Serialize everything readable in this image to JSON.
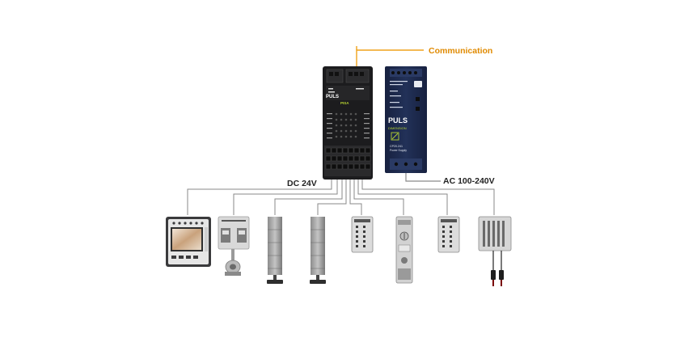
{
  "labels": {
    "communication": "Communication",
    "dc": "DC 24V",
    "ac": "AC 100-240V"
  },
  "controller": {
    "brand": "PULS",
    "model": "PISA"
  },
  "power_supply": {
    "brand": "PULS",
    "series": "DIMENSION",
    "model": "CP20.241",
    "caption": "Power Supply"
  },
  "devices": [
    {
      "kind": "hmi-display",
      "name": "hmi-panel"
    },
    {
      "kind": "sensor-module",
      "name": "sensor-module"
    },
    {
      "kind": "signal-tower",
      "name": "signal-tower-1"
    },
    {
      "kind": "signal-tower",
      "name": "signal-tower-2"
    },
    {
      "kind": "io-module",
      "name": "io-module-1"
    },
    {
      "kind": "din-module",
      "name": "din-rail-module"
    },
    {
      "kind": "io-module",
      "name": "io-module-2"
    },
    {
      "kind": "connector-box",
      "name": "connector-box"
    }
  ],
  "colors": {
    "communication_line": "#f0a21b",
    "communication_text": "#e08a00",
    "wire": "#8a8a8a",
    "controller_body": "#1c1c1e",
    "power_supply_body": "#1f2a4d",
    "accent_green": "#b8d432",
    "label_text": "#222222"
  }
}
